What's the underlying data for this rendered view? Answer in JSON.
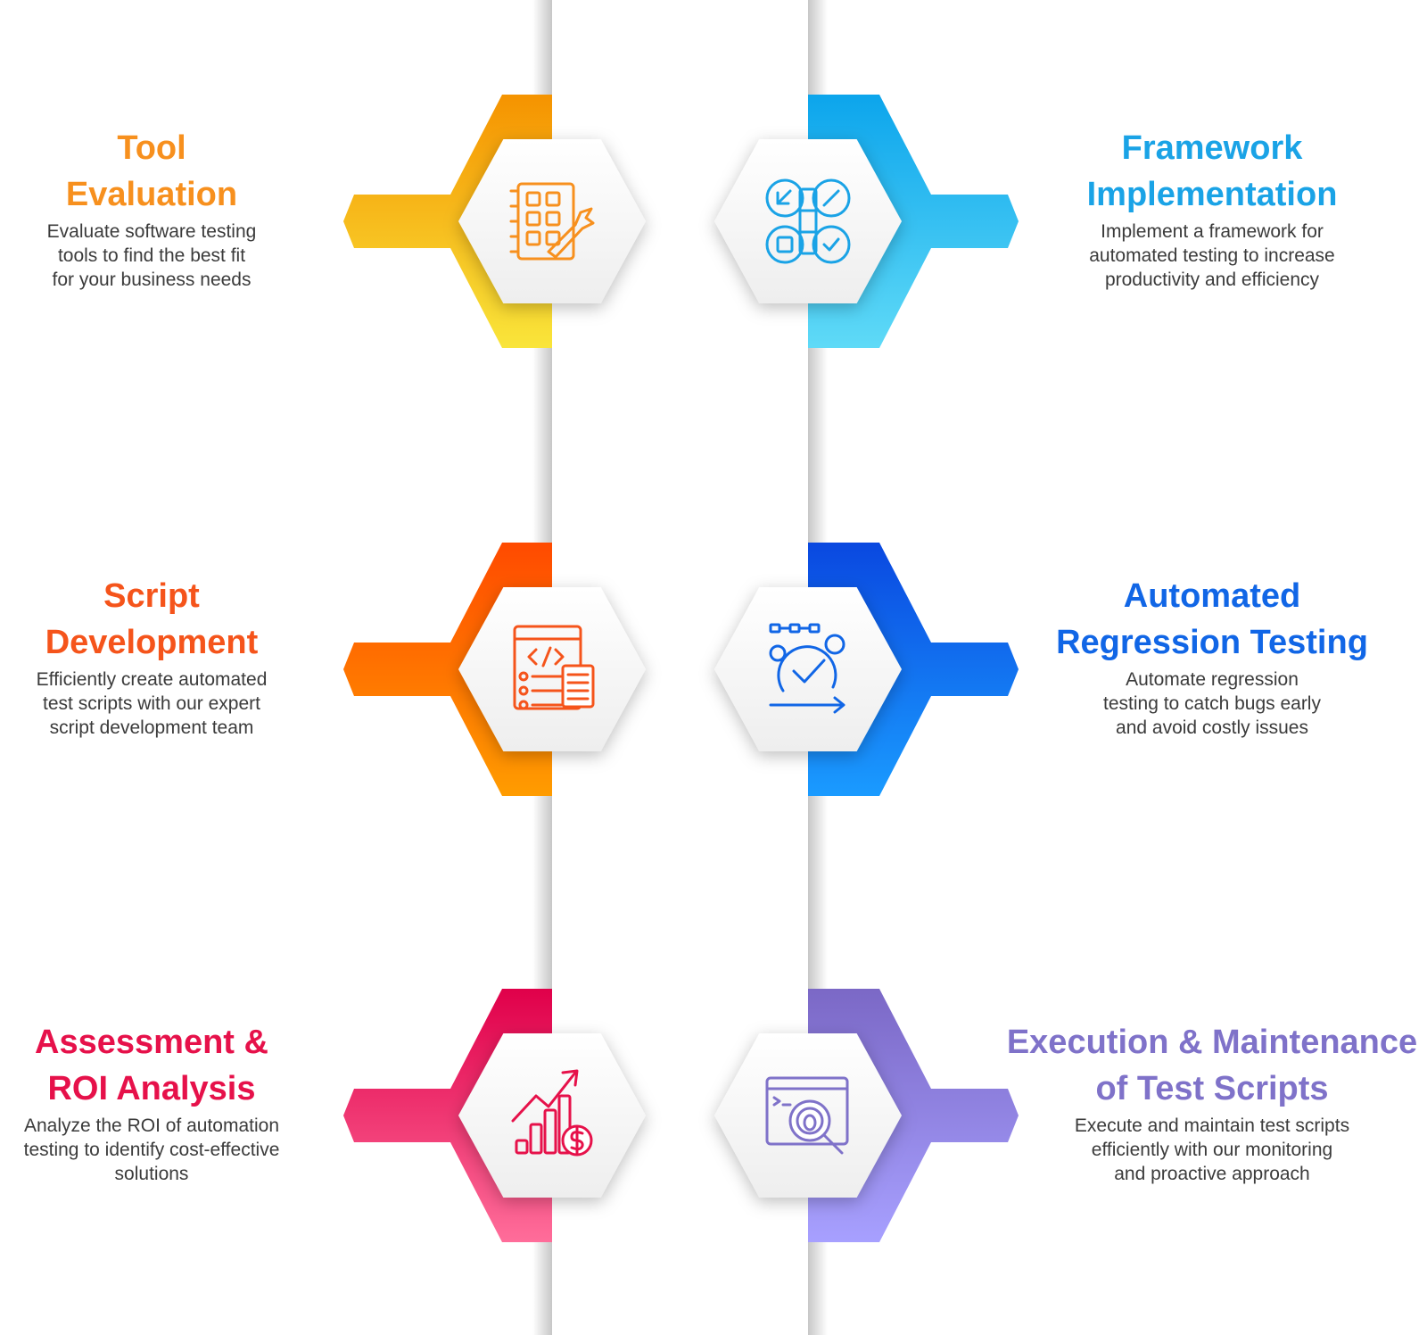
{
  "items": [
    {
      "id": "tool-evaluation",
      "side": "left",
      "title_lines": [
        "Tool",
        "Evaluation"
      ],
      "desc_lines": [
        "Evaluate software testing",
        "tools to find the best fit",
        "for your business needs"
      ],
      "color": "#f7901e",
      "grad": [
        "#f59300",
        "#f9e53a"
      ],
      "icon": "tool-grid-wrench-icon"
    },
    {
      "id": "framework-implementation",
      "side": "right",
      "title_lines": [
        "Framework",
        "Implementation"
      ],
      "desc_lines": [
        "Implement a framework for",
        "automated testing to increase",
        "productivity and efficiency"
      ],
      "color": "#1aa3e6",
      "grad": [
        "#0ca5ec",
        "#5fdaf7"
      ],
      "icon": "framework-flow-icon"
    },
    {
      "id": "script-development",
      "side": "left",
      "title_lines": [
        "Script",
        "Development"
      ],
      "desc_lines": [
        "Efficiently create automated",
        "test scripts with our expert",
        "script development team"
      ],
      "color": "#f5541b",
      "grad": [
        "#ff4a00",
        "#ff9c00"
      ],
      "icon": "code-script-icon"
    },
    {
      "id": "automated-regression-testing",
      "side": "right",
      "title_lines": [
        "Automated",
        "Regression Testing"
      ],
      "desc_lines": [
        "Automate regression",
        "testing to catch bugs early",
        "and avoid costly issues"
      ],
      "color": "#1166e6",
      "grad": [
        "#0a48e0",
        "#1a9bff"
      ],
      "icon": "regression-cycle-icon"
    },
    {
      "id": "assessment-roi-analysis",
      "side": "left",
      "title_lines": [
        "Assessment &",
        "ROI Analysis"
      ],
      "desc_lines": [
        "Analyze the ROI of automation",
        "testing to identify cost-effective",
        "solutions"
      ],
      "color": "#e6114a",
      "grad": [
        "#e0004a",
        "#ff6d9a"
      ],
      "icon": "roi-chart-dollar-icon"
    },
    {
      "id": "execution-maintenance",
      "side": "right",
      "title_lines": [
        "Execution & Maintenance",
        "of Test Scripts"
      ],
      "desc_lines": [
        "Execute and maintain test scripts",
        "efficiently with our monitoring",
        "and proactive approach"
      ],
      "color": "#7f72c9",
      "grad": [
        "#7b68c6",
        "#a7a0ff"
      ],
      "icon": "bug-inspect-icon"
    }
  ]
}
